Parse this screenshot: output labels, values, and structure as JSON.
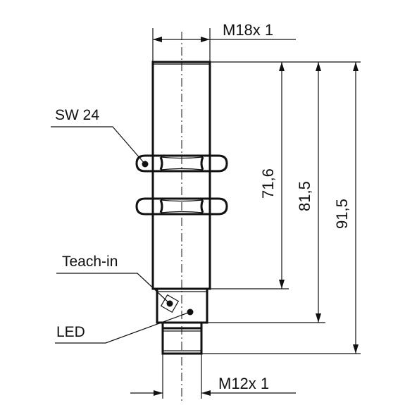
{
  "diagram": {
    "labels": {
      "thread_top": "M18x 1",
      "thread_bottom": "M12x 1",
      "wrench": "SW 24",
      "teach": "Teach-in",
      "led": "LED"
    },
    "dimensions": {
      "d1": "71,6",
      "d2": "81,5",
      "d3": "91,5"
    }
  }
}
